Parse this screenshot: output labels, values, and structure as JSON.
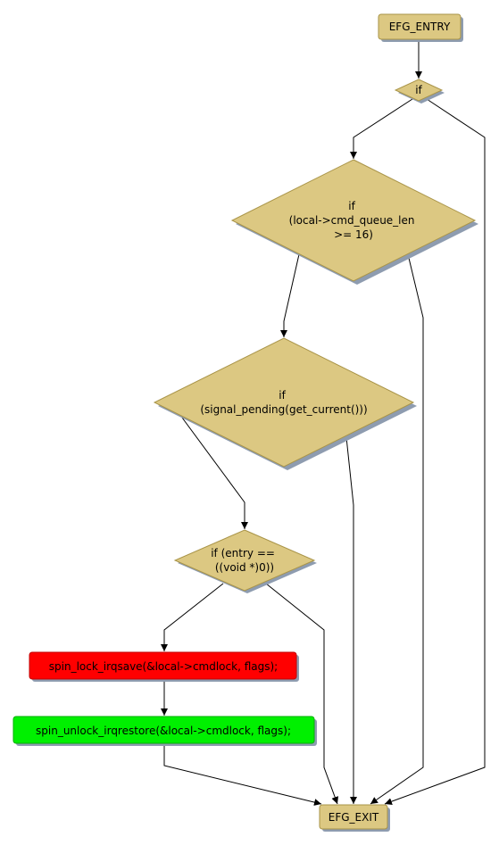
{
  "colors": {
    "node_fill": "#dcc882",
    "node_stroke": "#a99448",
    "shadow": "#8e9cb0",
    "edge": "#000000",
    "red_fill": "#ff0000",
    "red_stroke": "#c00000",
    "green_fill": "#00f000",
    "green_stroke": "#00b000"
  },
  "nodes": {
    "entry": {
      "lines": [
        "EFG_ENTRY"
      ]
    },
    "if_top": {
      "lines": [
        "if"
      ]
    },
    "if_queue": {
      "lines": [
        "if",
        "(local->cmd_queue_len",
        ">= 16)"
      ]
    },
    "if_signal": {
      "lines": [
        "if",
        "(signal_pending(get_current()))"
      ]
    },
    "if_entry": {
      "lines": [
        "if (entry ==",
        "((void *)0))"
      ]
    },
    "spin_lock": {
      "lines": [
        "spin_lock_irqsave(&local->cmdlock, flags);"
      ]
    },
    "spin_unlock": {
      "lines": [
        "spin_unlock_irqrestore(&local->cmdlock, flags);"
      ]
    },
    "exit": {
      "lines": [
        "EFG_EXIT"
      ]
    }
  }
}
